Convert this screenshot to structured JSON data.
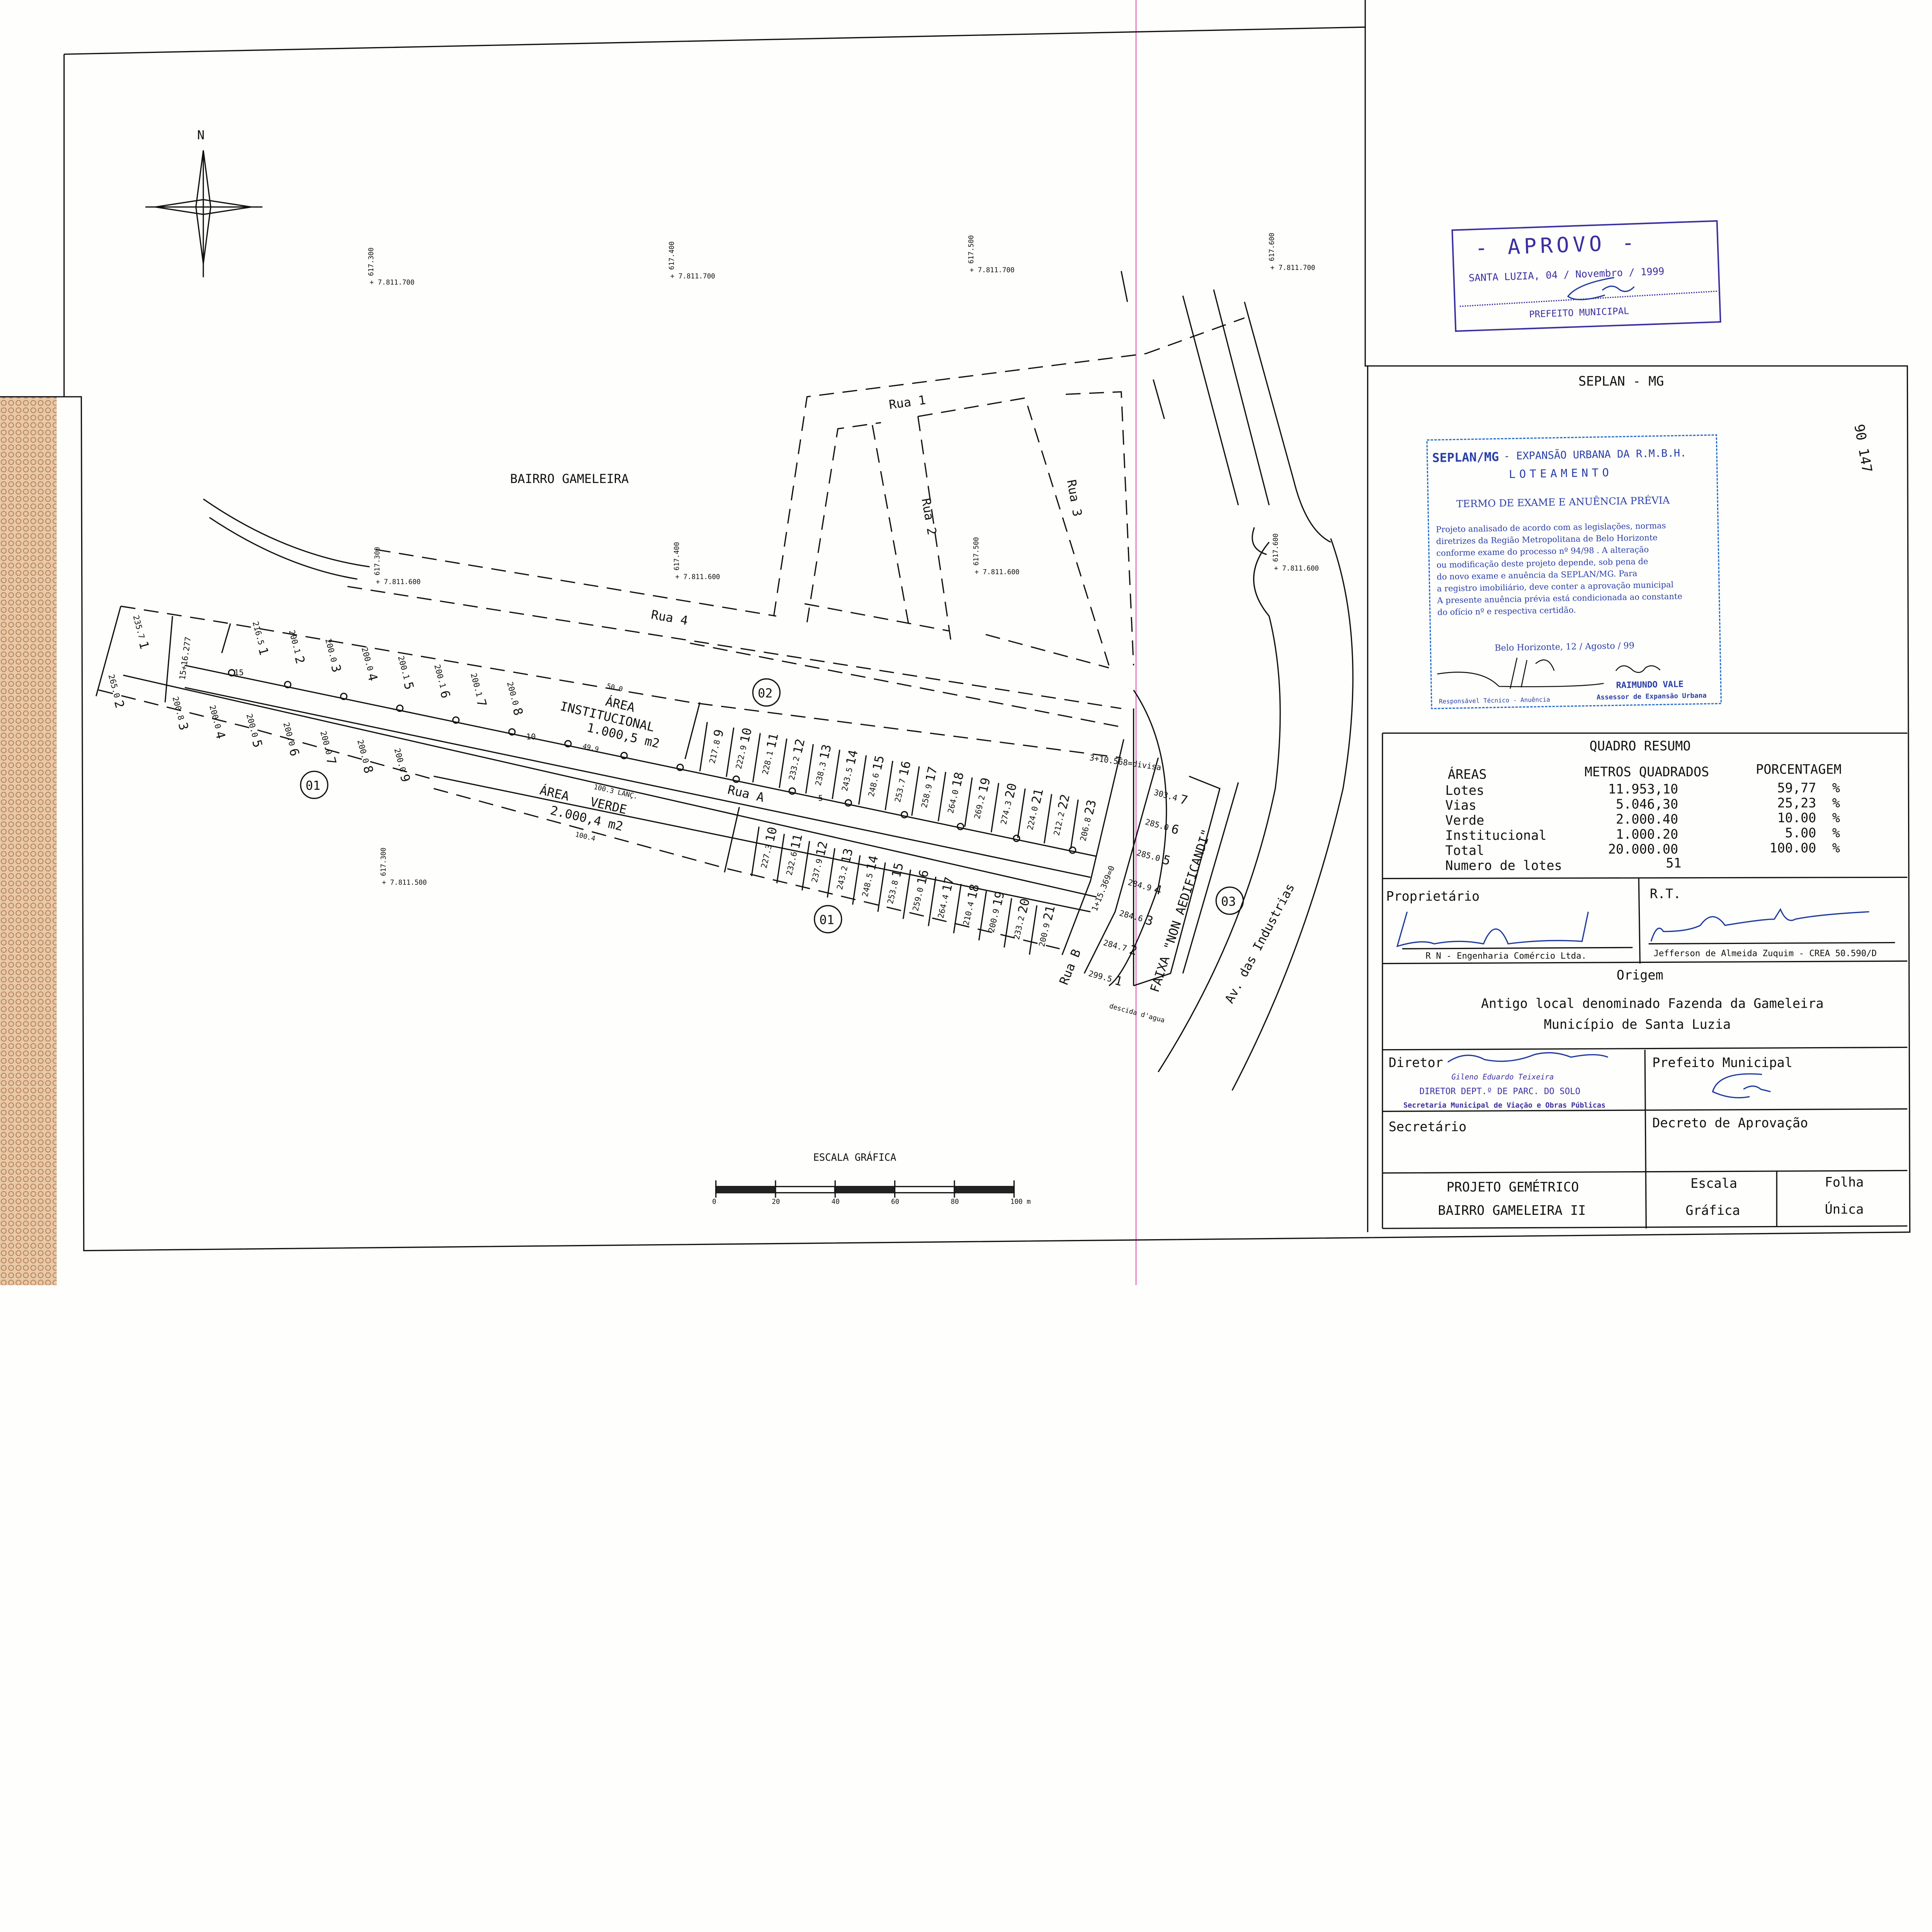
{
  "map": {
    "north": "N",
    "neighborhood": "BAIRRO GAMELEIRA",
    "coords": [
      {
        "e": "617.300",
        "n": "+ 7.811.700"
      },
      {
        "e": "617.400",
        "n": "+ 7.811.700"
      },
      {
        "e": "617.500",
        "n": "+ 7.811.700"
      },
      {
        "e": "617.600",
        "n": "+ 7.811.700"
      },
      {
        "e": "617.300",
        "n": "+ 7.811.600"
      },
      {
        "e": "617.400",
        "n": "+ 7.811.600"
      },
      {
        "e": "617.500",
        "n": "+ 7.811.600"
      },
      {
        "e": "617.600",
        "n": "+ 7.811.600"
      },
      {
        "e": "617.300",
        "n": "+ 7.811.500"
      }
    ],
    "streets": {
      "rua1": "Rua 1",
      "rua2": "Rua 2",
      "rua3": "Rua 3",
      "rua4": "Rua 4",
      "ruaA": "Rua A",
      "ruaB": "Rua B",
      "avenida": "Av. das Industrias"
    },
    "areas": {
      "inst_title": "ÁREA",
      "inst_name": "INSTITUCIONAL",
      "inst_value": "1.000,5 m2",
      "inst_front": "50.0",
      "inst_back": "49.9",
      "verde_title": "ÁREA",
      "verde_name": "VERDE",
      "verde_value": "2.000,4 m2",
      "verde_front": "100.3 LANÇ.",
      "verde_back": "100.4",
      "faixa": "FAIXA \"NON AEDIFICANDI\"",
      "descida": "descida d'agua"
    },
    "stations": {
      "s1": "15+16.277",
      "s2": "3+10.568=divisa",
      "s3": "1+15.369=0",
      "marker15": "15",
      "marker10": "10",
      "marker5": "5"
    },
    "blocks": {
      "q01a": "01",
      "q01b": "01",
      "q02": "02",
      "q03": "03"
    },
    "lots": {
      "q01_north": [
        {
          "n": "1",
          "a": "216.5"
        },
        {
          "n": "2",
          "a": "200.1"
        },
        {
          "n": "3",
          "a": "200.0"
        },
        {
          "n": "4",
          "a": "200.0"
        },
        {
          "n": "5",
          "a": "200.1"
        },
        {
          "n": "6",
          "a": "200.1"
        },
        {
          "n": "7",
          "a": "200.1"
        },
        {
          "n": "8",
          "a": "200.0"
        }
      ],
      "q01_south_left": [
        {
          "n": "1",
          "a": "235.7"
        },
        {
          "n": "2",
          "a": "265.0"
        },
        {
          "n": "3",
          "a": "200.8"
        },
        {
          "n": "4",
          "a": "200.0"
        },
        {
          "n": "5",
          "a": "200.0"
        },
        {
          "n": "6",
          "a": "200.0"
        },
        {
          "n": "7",
          "a": "200.0"
        },
        {
          "n": "8",
          "a": "200.0"
        },
        {
          "n": "9",
          "a": "200.0"
        }
      ],
      "q02": [
        {
          "n": "9",
          "a": "217.8"
        },
        {
          "n": "10",
          "a": "222.9"
        },
        {
          "n": "11",
          "a": "228.1"
        },
        {
          "n": "12",
          "a": "233.2"
        },
        {
          "n": "13",
          "a": "238.3"
        },
        {
          "n": "14",
          "a": "243.5"
        },
        {
          "n": "15",
          "a": "248.6"
        },
        {
          "n": "16",
          "a": "253.7"
        },
        {
          "n": "17",
          "a": "258.9"
        },
        {
          "n": "18",
          "a": "264.0"
        },
        {
          "n": "19",
          "a": "269.2"
        },
        {
          "n": "20",
          "a": "274.3"
        },
        {
          "n": "21",
          "a": "224.0"
        },
        {
          "n": "22",
          "a": "212.2"
        },
        {
          "n": "23",
          "a": "206.8"
        }
      ],
      "q01_south_right": [
        {
          "n": "10",
          "a": "227.3"
        },
        {
          "n": "11",
          "a": "232.6"
        },
        {
          "n": "12",
          "a": "237.9"
        },
        {
          "n": "13",
          "a": "243.2"
        },
        {
          "n": "14",
          "a": "248.5"
        },
        {
          "n": "15",
          "a": "253.8"
        },
        {
          "n": "16",
          "a": "259.0"
        },
        {
          "n": "17",
          "a": "264.4"
        },
        {
          "n": "18",
          "a": "210.4"
        },
        {
          "n": "19",
          "a": "200.9"
        },
        {
          "n": "20",
          "a": "233.2"
        },
        {
          "n": "21",
          "a": "200.9"
        }
      ],
      "q03": [
        {
          "n": "1",
          "a": "299.5"
        },
        {
          "n": "2",
          "a": "284.7"
        },
        {
          "n": "3",
          "a": "284.6"
        },
        {
          "n": "4",
          "a": "284.9"
        },
        {
          "n": "5",
          "a": "285.0"
        },
        {
          "n": "6",
          "a": "285.0"
        },
        {
          "n": "7",
          "a": "303.4"
        }
      ]
    },
    "scale": {
      "title": "ESCALA GRÁFICA",
      "ticks": [
        "0",
        "20",
        "40",
        "60",
        "80",
        "100 m"
      ]
    }
  },
  "stamp_aprovo": {
    "title": "- APROVO -",
    "place_date": "SANTA LUZIA, 04 / Novembro / 1999",
    "role": "PREFEITO MUNICIPAL"
  },
  "title_block": {
    "header": "SEPLAN - MG",
    "seplan_stamp": {
      "org": "SEPLAN/MG",
      "org_rest": "- EXPANSÃO URBANA DA R.M.B.H.",
      "type": "LOTEAMENTO",
      "term": "TERMO DE EXAME E ANUÊNCIA PRÉVIA",
      "body": [
        "Projeto analisado de acordo com as legislações, normas",
        "diretrizes da Região Metropolitana de Belo Horizonte",
        "conforme exame do processo nº 94/98 . A alteração",
        "ou modificação deste projeto depende, sob pena de",
        "do novo exame e anuência da SEPLAN/MG. Para",
        "a registro imobiliário, deve conter a aprovação municipal",
        "A presente anuência prévia está condicionada ao constante",
        "do ofício nº            e respectiva certidão."
      ],
      "place_date": "Belo Horizonte, 12 / Agosto / 99",
      "sig_left_role": "Responsável Técnico - Anuência",
      "sig_right_name": "RAIMUNDO VALE",
      "sig_right_role": "Assessor de Expansão Urbana"
    },
    "summary": {
      "title": "QUADRO RESUMO",
      "headers": [
        "ÁREAS",
        "METROS QUADRADOS",
        "PORCENTAGEM"
      ],
      "rows": [
        {
          "label": "Lotes",
          "m2": "11.953,10",
          "pct": "59,77",
          "unit": "%"
        },
        {
          "label": "Vias",
          "m2": "5.046,30",
          "pct": "25,23",
          "unit": "%"
        },
        {
          "label": "Verde",
          "m2": "2.000.40",
          "pct": "10.00",
          "unit": "%"
        },
        {
          "label": "Institucional",
          "m2": "1.000.20",
          "pct": "5.00",
          "unit": "%"
        },
        {
          "label": "Total",
          "m2": "20.000.00",
          "pct": "100.00",
          "unit": "%"
        }
      ],
      "lots_label": "Numero de lotes",
      "lots_value": "51"
    },
    "owner_label": "Proprietário",
    "owner_name": "R N - Engenharia Comércio Ltda.",
    "rt_label": "R.T.",
    "rt_name": "Jefferson de Almeida Zuquim - CREA 50.590/D",
    "origin_label": "Origem",
    "origin_line1": "Antigo local denominado Fazenda da Gameleira",
    "origin_line2": "Município de Santa Luzia",
    "director_label": "Diretor",
    "director_stamp": [
      "Gileno Eduardo Teixeira",
      "DIRETOR DEPT.º DE PARC. DO SOLO",
      "Secretaria Municipal de Viação e Obras Públicas"
    ],
    "mayor_label": "Prefeito Municipal",
    "secretary_label": "Secretário",
    "decree_label": "Decreto de Aprovação",
    "project_line1": "PROJETO GEMÉTRICO",
    "project_line2": "BAIRRO GAMELEIRA  II",
    "scale_label1": "Escala",
    "scale_label2": "Gráfica",
    "sheet_label1": "Folha",
    "sheet_label2": "Única"
  },
  "margin_note": "90 147",
  "colors": {
    "ink": "#111111",
    "stamp_blue": "#2a3fa8",
    "stamp_violet": "#3a2fa0",
    "fold_line": "#e060c0",
    "edge_texture": "#d9a77e"
  }
}
